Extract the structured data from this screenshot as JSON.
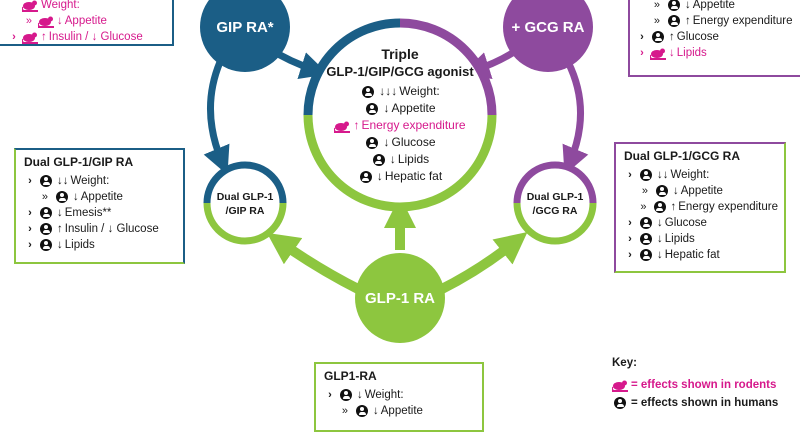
{
  "colors": {
    "blue": "#1b5e86",
    "purple": "#8e4a9e",
    "green": "#8dc63f",
    "magenta": "#d6198c"
  },
  "icons": {
    "human": "human-icon",
    "rodent": "rodent-icon"
  },
  "nodes": {
    "gip": "GIP RA*",
    "gcg": "+ GCG RA",
    "glp1": "GLP-1 RA",
    "dual_gip": [
      "Dual GLP-1",
      "/GIP RA"
    ],
    "dual_gcg": [
      "Dual GLP-1",
      "/GCG RA"
    ]
  },
  "triple": {
    "title": [
      "Triple",
      "GLP-1/GIP/GCG agonist"
    ],
    "items": [
      {
        "icon": "human",
        "arrow": "↓↓↓",
        "text": "Weight:"
      },
      {
        "icon": "human",
        "arrow": "↓",
        "text": "Appetite"
      },
      {
        "icon": "rodent",
        "arrow": "↑",
        "text": "Energy expenditure",
        "magenta": true
      },
      {
        "icon": "human",
        "arrow": "↓",
        "text": "Glucose"
      },
      {
        "icon": "human",
        "arrow": "↓",
        "text": "Lipids"
      },
      {
        "icon": "human",
        "arrow": "↓",
        "text": "Hepatic fat"
      }
    ]
  },
  "boxes": {
    "top_left": {
      "items": [
        {
          "bullet": "",
          "icon": "rodent",
          "arrow": "",
          "text": "Weight:",
          "magenta": true
        },
        {
          "bullet": "»",
          "icon": "rodent",
          "arrow": "↓",
          "text": "Appetite",
          "magenta": true
        },
        {
          "bullet": "›",
          "icon": "rodent",
          "arrow": "↑",
          "text": "Insulin / ↓ Glucose",
          "magenta": true
        }
      ]
    },
    "top_right": {
      "items": [
        {
          "bullet": "»",
          "icon": "human",
          "arrow": "↓",
          "text": "Appetite"
        },
        {
          "bullet": "»",
          "icon": "human",
          "arrow": "↑",
          "text": "Energy expenditure"
        },
        {
          "bullet": "›",
          "icon": "human",
          "arrow": "↑",
          "text": "Glucose"
        },
        {
          "bullet": "›",
          "icon": "rodent",
          "arrow": "↓",
          "text": "Lipids",
          "magenta": true
        }
      ]
    },
    "dual_gip": {
      "title": "Dual GLP-1/GIP RA",
      "items": [
        {
          "bullet": "›",
          "icon": "human",
          "arrow": "↓↓",
          "text": "Weight:"
        },
        {
          "bullet": "»",
          "icon": "human",
          "arrow": "↓",
          "text": "Appetite"
        },
        {
          "bullet": "›",
          "icon": "human",
          "arrow": "↓",
          "text": "Emesis**"
        },
        {
          "bullet": "›",
          "icon": "human",
          "arrow": "↑",
          "text": "Insulin / ↓ Glucose"
        },
        {
          "bullet": "›",
          "icon": "human",
          "arrow": "↓",
          "text": "Lipids"
        }
      ]
    },
    "dual_gcg": {
      "title": "Dual GLP-1/GCG RA",
      "items": [
        {
          "bullet": "›",
          "icon": "human",
          "arrow": "↓↓",
          "text": "Weight:"
        },
        {
          "bullet": "»",
          "icon": "human",
          "arrow": "↓",
          "text": "Appetite"
        },
        {
          "bullet": "»",
          "icon": "human",
          "arrow": "↑",
          "text": "Energy expenditure"
        },
        {
          "bullet": "›",
          "icon": "human",
          "arrow": "↓",
          "text": "Glucose"
        },
        {
          "bullet": "›",
          "icon": "human",
          "arrow": "↓",
          "text": "Lipids"
        },
        {
          "bullet": "›",
          "icon": "human",
          "arrow": "↓",
          "text": "Hepatic fat"
        }
      ]
    },
    "glp1": {
      "title": "GLP1-RA",
      "items": [
        {
          "bullet": "›",
          "icon": "human",
          "arrow": "↓",
          "text": "Weight:"
        },
        {
          "bullet": "»",
          "icon": "human",
          "arrow": "↓",
          "text": "Appetite"
        }
      ]
    }
  },
  "key": {
    "title": "Key:",
    "rodent": "= effects shown in rodents",
    "human": "= effects shown in humans"
  }
}
